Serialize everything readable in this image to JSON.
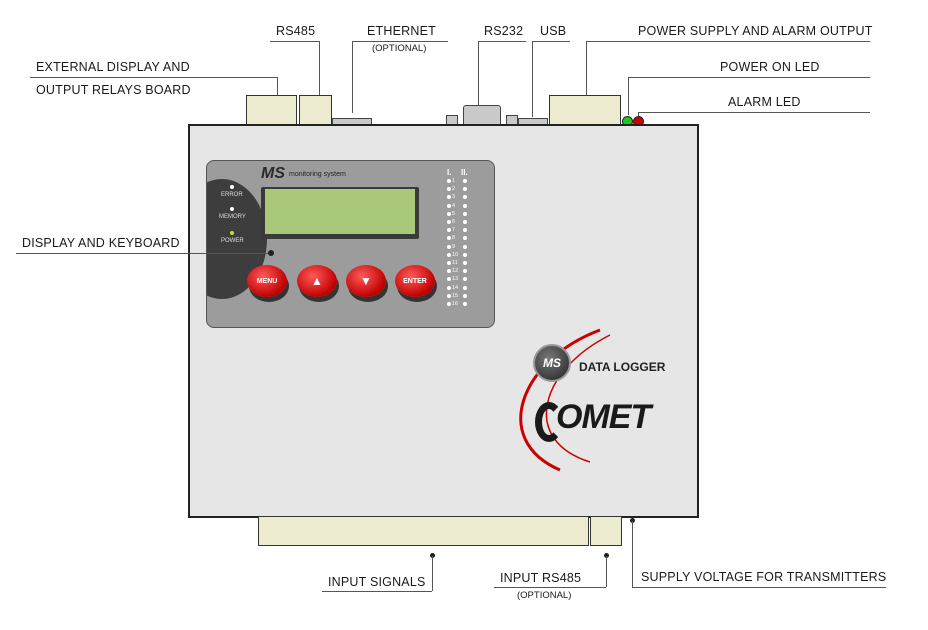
{
  "labels": {
    "rs485": "RS485",
    "ethernet": "ETHERNET",
    "ethernet_optional": "(OPTIONAL)",
    "rs232": "RS232",
    "usb": "USB",
    "power_supply": "POWER SUPPLY AND ALARM OUTPUT",
    "external_display_1": "EXTERNAL DISPLAY AND",
    "external_display_2": "OUTPUT RELAYS BOARD",
    "power_on_led": "POWER ON LED",
    "alarm_led": "ALARM LED",
    "display_keyboard": "DISPLAY AND KEYBOARD",
    "input_signals": "INPUT SIGNALS",
    "input_rs485": "INPUT  RS485",
    "input_rs485_optional": "(OPTIONAL)",
    "supply_voltage": "SUPPLY VOLTAGE FOR TRANSMITTERS"
  },
  "panel": {
    "brand": "MS",
    "brand_text": "monitoring system",
    "status": {
      "error": "ERROR",
      "memory": "MEMORY",
      "power": "POWER"
    },
    "buttons": {
      "menu": "MENU",
      "up": "▲",
      "down": "▼",
      "enter": "ENTER"
    },
    "channel_headers": [
      "I.",
      "II."
    ],
    "channels": [
      "1",
      "2",
      "3",
      "4",
      "5",
      "6",
      "7",
      "8",
      "9",
      "10",
      "11",
      "12",
      "13",
      "14",
      "15",
      "16"
    ]
  },
  "logo": {
    "ms_badge": "MS",
    "data_logger": "DATA LOGGER",
    "comet": "OMET"
  },
  "colors": {
    "device_body": "#e6e6e6",
    "connector": "#ecebcf",
    "button_red": "#d10000",
    "power_led": "#22c422",
    "alarm_led": "#d00000",
    "lcd": "#a9c87a"
  }
}
